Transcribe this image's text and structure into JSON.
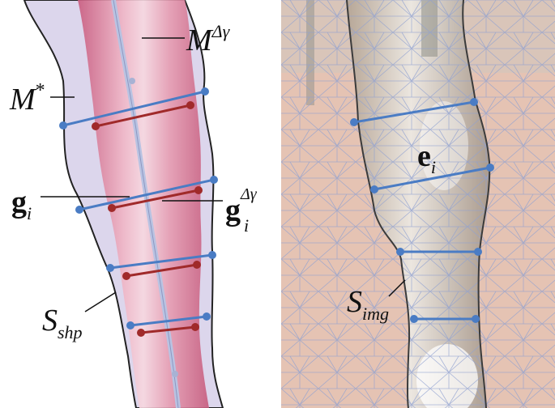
{
  "left_panel": {
    "label_M_star": {
      "base": "M",
      "sup": "*"
    },
    "label_M_dgamma": {
      "base": "M",
      "sup": "Δγ"
    },
    "label_g_i": {
      "base": "g",
      "sub": "i"
    },
    "label_g_i_dgamma": {
      "base": "g",
      "sub": "i",
      "sup": "Δγ"
    },
    "label_S_shp": {
      "base": "S",
      "sub": "shp"
    }
  },
  "right_panel": {
    "label_e_i": {
      "base": "e",
      "sub": "i"
    },
    "label_S_img": {
      "base": "S",
      "sub": "img"
    }
  },
  "colors": {
    "blue_segment": "#4a7cc4",
    "red_segment": "#a02a2a",
    "outer_shape": "#ddd6ec",
    "inner_shape": "#e9a7bb",
    "mesh": "#8fa0d0",
    "photo_bg": "#e5c3b3"
  }
}
